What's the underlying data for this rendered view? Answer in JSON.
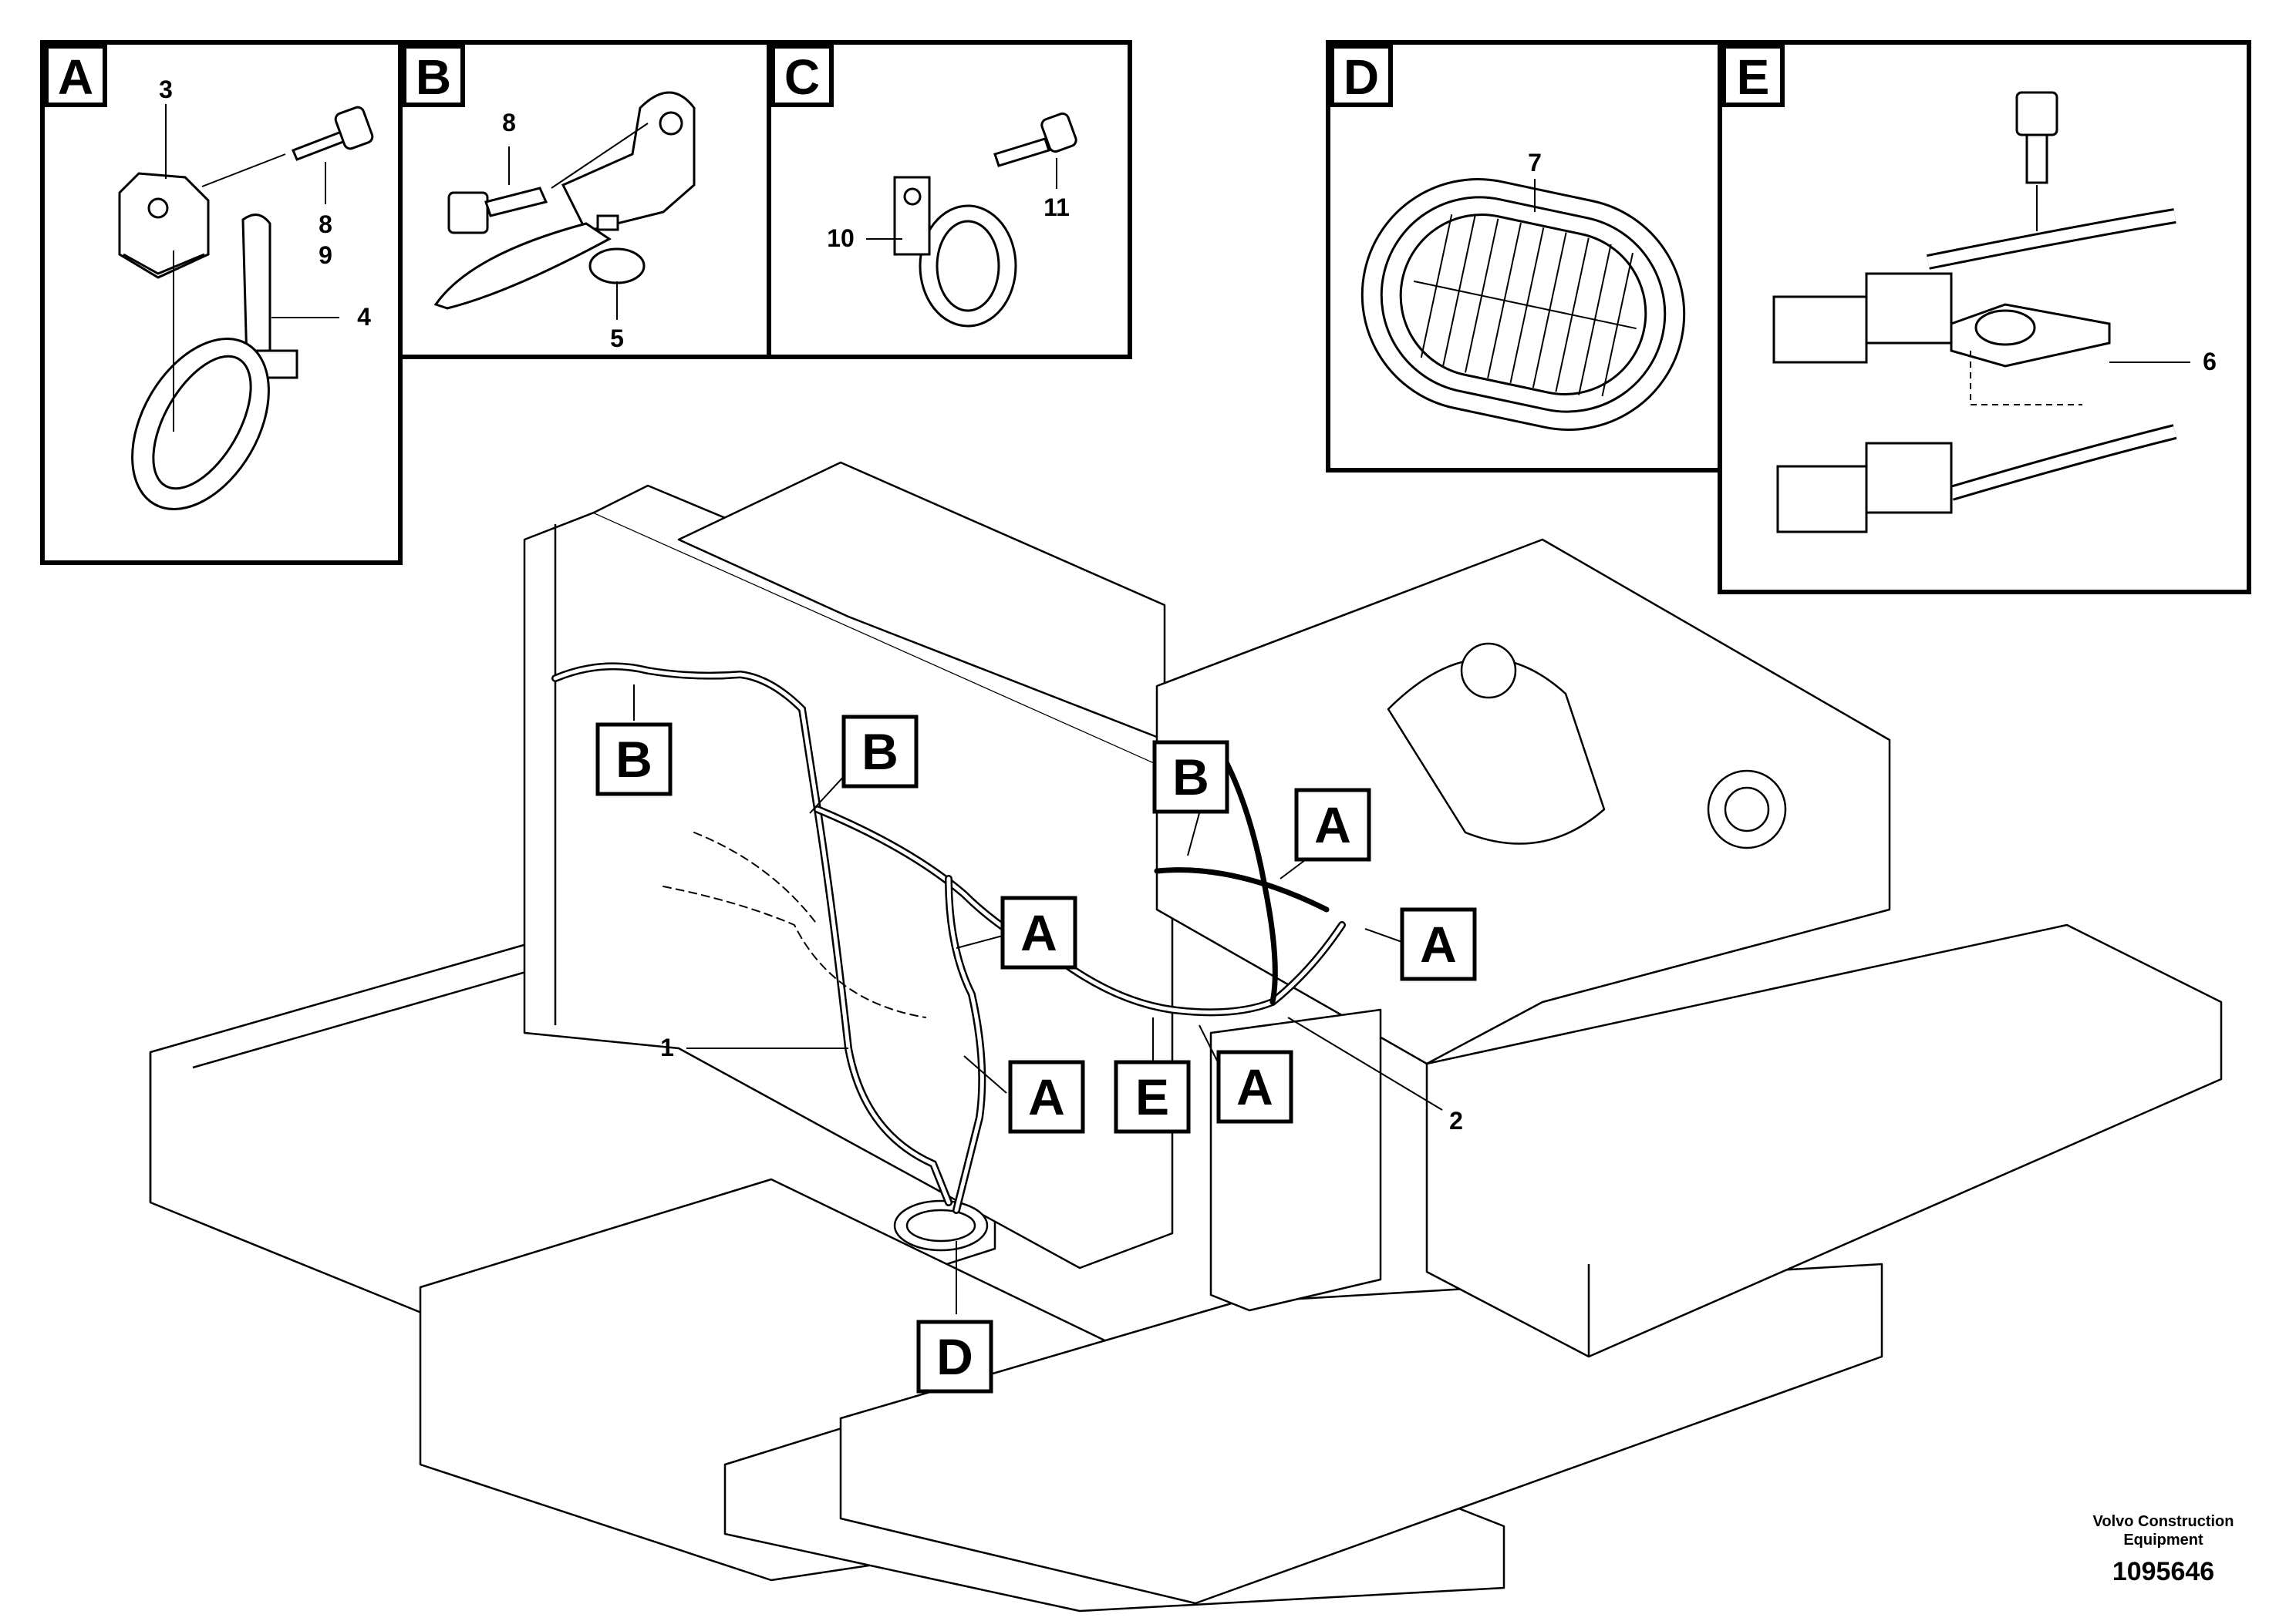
{
  "panels": {
    "A": {
      "letter": "A",
      "callouts": [
        "3",
        "8",
        "9",
        "4"
      ]
    },
    "B": {
      "letter": "B",
      "callouts": [
        "8",
        "5"
      ]
    },
    "C": {
      "letter": "C",
      "callouts": [
        "10",
        "11"
      ]
    },
    "D": {
      "letter": "D",
      "callouts": [
        "7"
      ]
    },
    "E": {
      "letter": "E",
      "callouts": [
        "6"
      ]
    }
  },
  "main_callouts": [
    "1",
    "2"
  ],
  "location_tags": [
    "B",
    "B",
    "B",
    "A",
    "A",
    "A",
    "A",
    "A",
    "E",
    "D"
  ],
  "footer": {
    "company_line1": "Volvo Construction",
    "company_line2": "Equipment",
    "drawing_number": "1095646"
  }
}
